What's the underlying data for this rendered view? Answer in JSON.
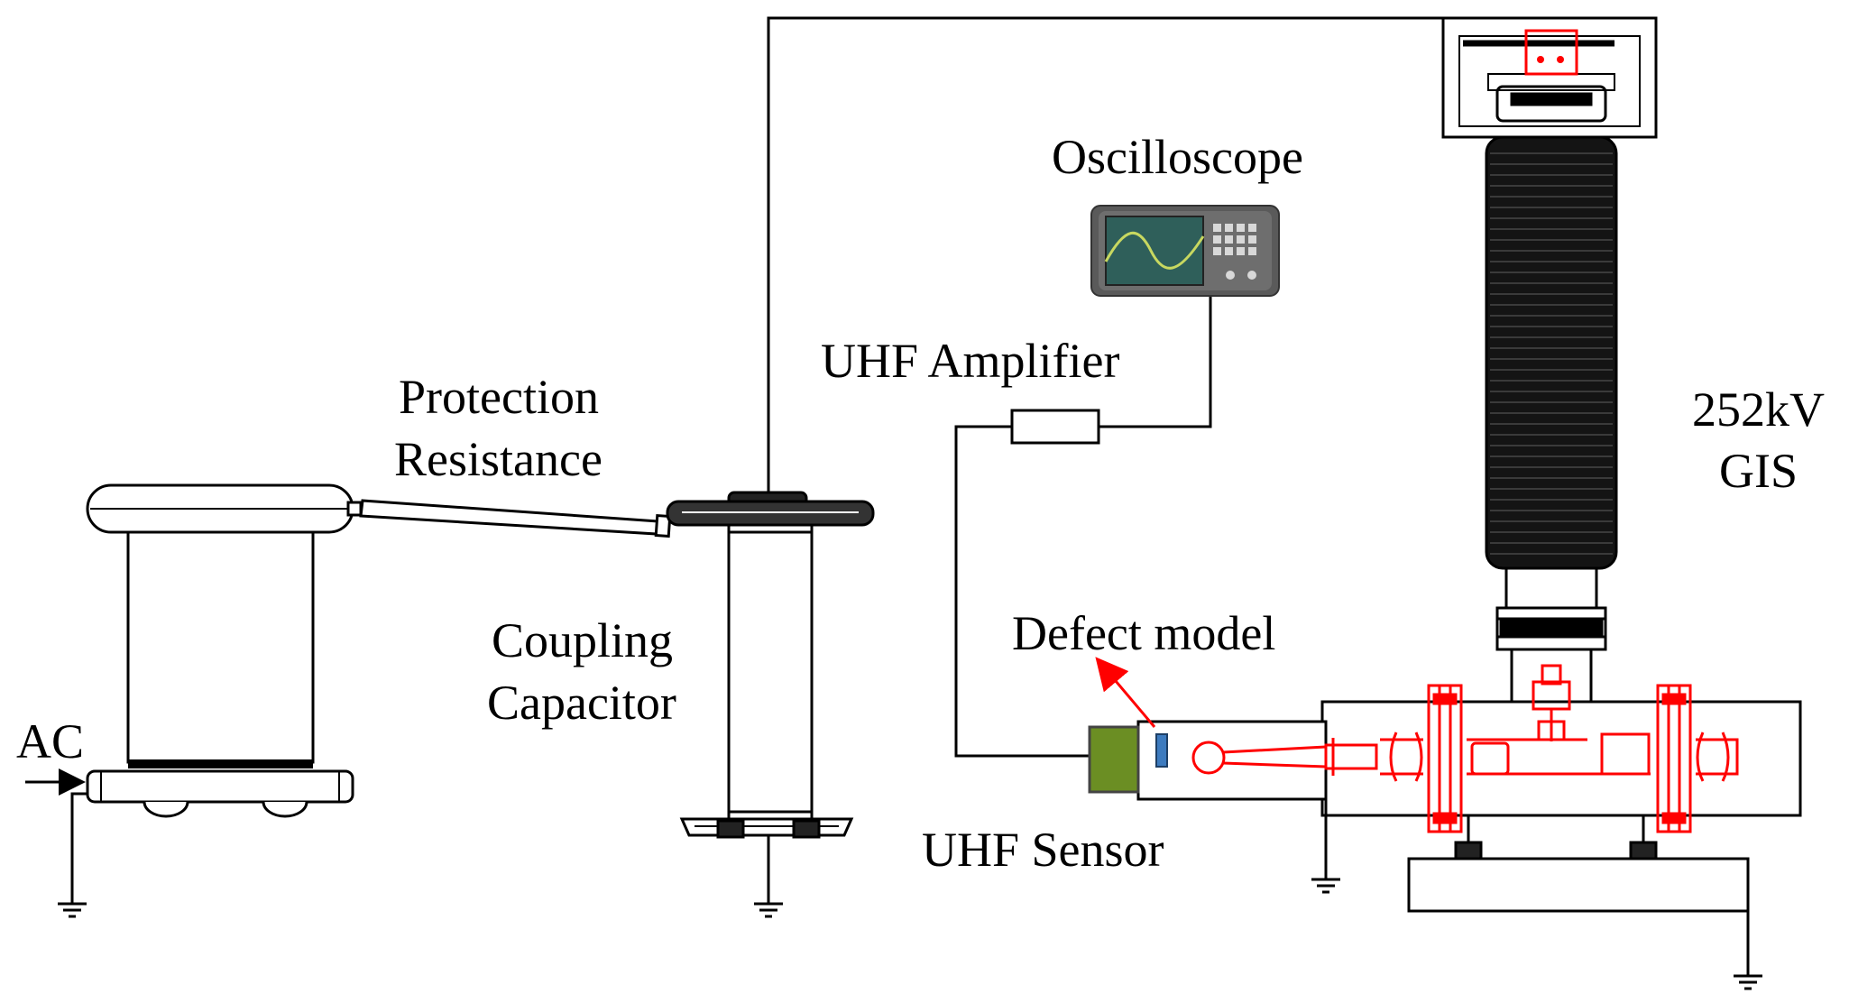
{
  "labels": {
    "oscilloscope": "Oscilloscope",
    "uhf_amplifier": "UHF Amplifier",
    "gis_line1": "252kV",
    "gis_line2": "GIS",
    "protection_line1": "Protection",
    "protection_line2": "Resistance",
    "coupling_line1": "Coupling",
    "coupling_line2": "Capacitor",
    "defect_model": "Defect model",
    "ac": "AC",
    "uhf_sensor": "UHF Sensor"
  },
  "colors": {
    "line": "#000000",
    "defect_highlight": "#ff0000",
    "sensor": "#6b8e23",
    "oscilloscope_body": "#5a5a5a",
    "oscilloscope_screen": "#2f5f5a",
    "probe": "#3d7bbf"
  },
  "icons": {
    "oscilloscope": "oscilloscope-icon",
    "ground": "ground-symbol-icon",
    "arrow": "pointer-arrow-icon"
  }
}
